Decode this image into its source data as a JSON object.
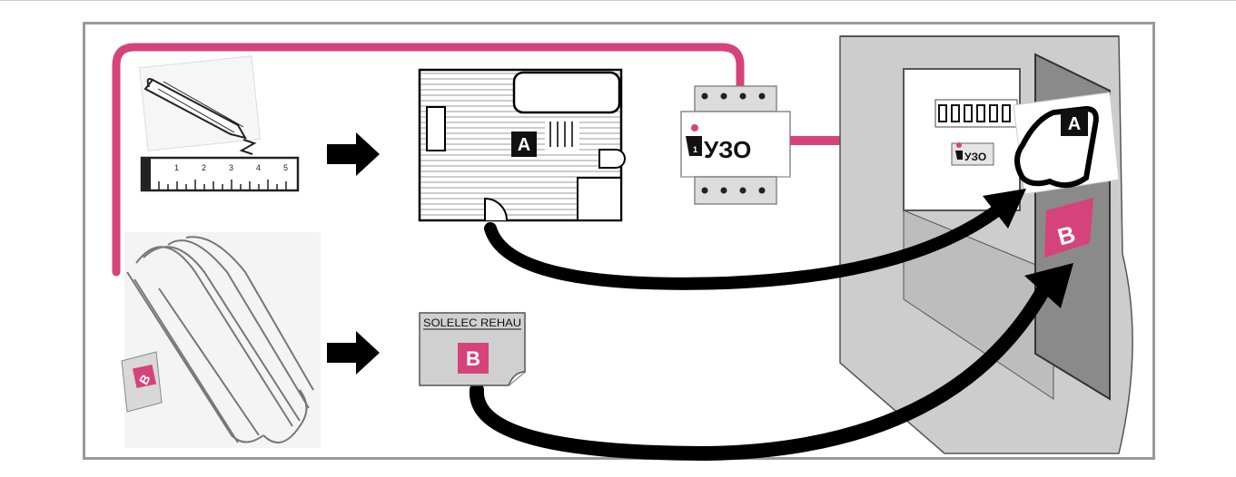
{
  "labels": {
    "marker_a": "A",
    "marker_b": "B",
    "rcd_text": "УЗО",
    "rcd_small_text": "УЗО",
    "rcd_pole_number": "1",
    "doc_header": "SOLELEC REHAU",
    "ruler_ticks": [
      "1",
      "2",
      "3",
      "4",
      "5"
    ]
  },
  "colors": {
    "accent": "#d6437b",
    "frame": "#9a9a9a",
    "arrow": "#000000",
    "panel": "#cfcfcf"
  },
  "icons": [
    "pencil-icon",
    "ruler-icon",
    "floor-plan-icon",
    "rcd-breaker-icon",
    "heating-mat-icon",
    "document-icon",
    "cabinet-icon"
  ]
}
